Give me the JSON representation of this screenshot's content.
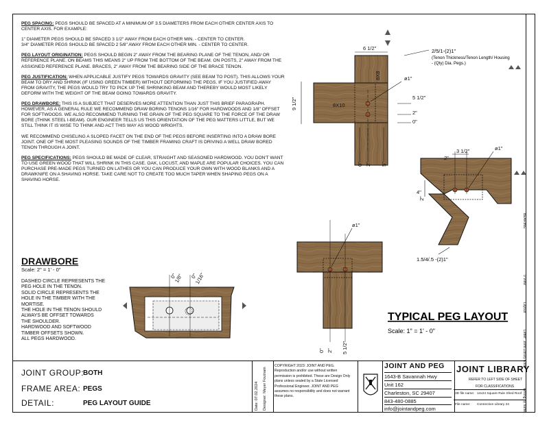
{
  "notes": {
    "spacing_heading": "PEG SPACING:",
    "spacing_text": " PEGS SHOULD BE SPACED AT A MINIMUM OF 3.5 DIAMETERS FROM EACH OTHER CENTER AXIS TO CENTER AXIS.  FOR EXAMPLE:",
    "spacing_ex1": "1\" DIAMETER PEGS SHOULD BE SPACED 3 1/2\" AWAY FROM EACH OTHER MIN. - CENTER TO CENTER.",
    "spacing_ex2": "3/4\" DIAMETER PEGS SHOULD BE SPACED 2 5/8\" AWAY FROM EACH OTHER MIN. - CENTER TO CENTER.",
    "origin_heading": "PEG LAYOUT ORIGINATION:",
    "origin_text": " PEGS SHOULD BEGIN 2\" AWAY FROM THE BEARING PLANE OF THE TENON, AND/ OR REFERENCE PLANE. ON BEAMS THIS MEANS 2\" UP FROM THE BOTTOM OF THE BEAM.  ON POSTS, 2\" AWAY FROM THE ASSIGNED REFERENCE PLANE. BRACES, 2\" AWAY FROM THE BEARING SIDE OF THE BRACE TENON.",
    "justify_heading": "PEG JUSTIFICATION:",
    "justify_text": "  WHEN APPLICABLE JUSTIFY PEGS TOWARDS GRAVITY (SEE BEAM TO POST). THIS ALLOWS YOUR BEAM TO DRY AND SHRINK (IF USING GREEN TIMBER) WITHOUT DEFORMING THE PEGS.  IF YOU JUSTIFIED AWAY FROM GRAVITY, THE PEGS WOULD TRY TO PICK UP THE SHRINKING BEAM AND THEREBY WOULD MOST LIKELY DEFORM WITH THE WEIGHT OF THE BEAM GOING TOWARDS GRAVITY.",
    "drawbore_heading": "PEG DRAWBORE:",
    "drawbore_text": "  THIS IS A SUBJECT THAT DESERVES MORE ATTENTION THAN JUST THIS BRIEF PARAGRAPH.  HOWEVER, AS A GENERAL RULE WE RECOMMEND DRAW BORING TENONS 1/16\" FOR HARDWOODS AND 1/8\" OFFSET FOR SOFTWOODS.  WE ALSO RECOMMEND TURNING THE GRAIN OF THE PEG SQUARE TO THE FORCE OF THE DRAW BORE (THINK STEEL I-BEAM).  OUR ENGINEER TELLS US THIS ORIENTATION OF THE PEG MATTERS LITTLE, BUT WE STILL THINK IT IS WISE TO THINK AND ACT THIS WAY AS WOOD WRIGHTS.",
    "chisel_text": "WE RECOMMEND CHISELING A SLOPED FACET ON THE END OF THE PEGS BEFORE INSERTING INTO A DRAW BORE JOINT.  ONE OF THE MOST PLEASING SOUNDS OF THE TIMBER FRAMING CRAFT IS DRIVING A WELL DRAW BORED TENON THROUGH A JOINT.",
    "spec_heading": "PEG SPECIFICATIONS:",
    "spec_text": "  PEGS SHOULD BE MADE OF CLEAR, STRAIGHT AND SEASONED HARDWOOD.  YOU  DON'T WANT TO USE GREEN WOOD THAT WILL SHRINK IN THIS CASE.  OAK, LOCUST, AND MAPLE ARE POPULAR CHOICES.  YOU CAN PURCHASE PRE-MADE PEGS TURNED ON LATHES OR YOU CAN PRODUCE YOUR OWN WITH WOOD BLANKS AND A DRAWKNIFE ON A SHAVING HORSE.  TAKE CARE NOT TO CREATE TOO MUCH TAPER WHEN SHAPING PEGS ON A SHAVING HORSE."
  },
  "drawbore": {
    "title": "DRAWBORE",
    "scale": "Scale:  2\" = 1' - 0\"",
    "desc": [
      "DASHED CIRCLE REPRESENTS THE",
      "PEG HOLE IN THE TENON.",
      "SOLID CIRCLE REPRESENTS THE",
      "HOLE IN THE TIMBER WITH THE",
      "MORTISE.",
      "THE HOLE IN THE TENON SHOULD",
      "ALWAYS BE OFFSET TOWARDS",
      "THE SHOULDER.",
      "HARDWOOD AND SOFTWOOD",
      "TIMBER OFFSETS SHOWN.",
      "ALL PEGS HARDWOOD."
    ],
    "dims": [
      "0\"",
      "1/8\"",
      "0\"",
      "1/16\""
    ]
  },
  "diagram1": {
    "dims": [
      "6 1/2\"",
      "8X8",
      "8X10",
      "9 1/2\"",
      "ø1\"",
      "5 1/2\"",
      "2\"",
      "0\"",
      "0\"",
      "2\"",
      "5\""
    ],
    "callout": [
      "2/5/1-(2)1\"",
      "(Tenon Thickness/Tenon Length/ Housing",
      "- (Qty) Dia. Pegs.)"
    ]
  },
  "diagram2": {
    "dims": [
      "3 1/2\"",
      "2\"",
      "ø1\"",
      "4\"",
      "2\""
    ],
    "callout": "1.5/4/.5 -(2)1\""
  },
  "diagram3": {
    "dims": [
      "ø1\"",
      "0\"",
      "2\"",
      "5 1/2\""
    ]
  },
  "typical": {
    "title": "TYPICAL PEG LAYOUT",
    "scale": "Scale:  1\" = 1' - 0\""
  },
  "titleblock": {
    "joint_group_label": "JOINT GROUP:",
    "joint_group_value": "BOTH",
    "frame_area_label": "FRAME AREA:",
    "frame_area_value": "PEGS",
    "detail_label": "DETAIL:",
    "detail_value": "PEG LAYOUT GUIDE",
    "date": "Date:    07.02.2024",
    "designer": "Designer: Meyer Foutnam",
    "copyright": [
      "COPYRIGHT 2023: JOINT AND PEG.",
      "Reproduction and/or use without written",
      "permission is prohibited.  These are Design Only",
      "plans unless sealed by a State Licensed",
      "Professional Engineer.  JOINT AND PEG",
      "assumes no responsibility and does not warrant",
      "these plans."
    ],
    "company": "JOINT AND PEG",
    "address1": "1643-B Savannah Hwy",
    "address2": "Unit 162",
    "address3": "Charleston, SC 29407",
    "phone": "843-480-0885",
    "email": "info@jointandpeg.com",
    "library": "JOINT LIBRARY",
    "refer": "REFER TO LEFT SIDE OF SHEET",
    "refer2": "FOR CLASSIFICATIONS",
    "file_name_label": "3D file name:",
    "file_name": "14x24 Square Rule Shed Roof",
    "file_label": "File name:",
    "file": "Connection Library 24"
  },
  "side": {
    "bearing": "BEARING",
    "view": "0 View",
    "layout": "Layout",
    "letter": "Letter: Joint Library Entry",
    "writing": "Writing by name:"
  }
}
